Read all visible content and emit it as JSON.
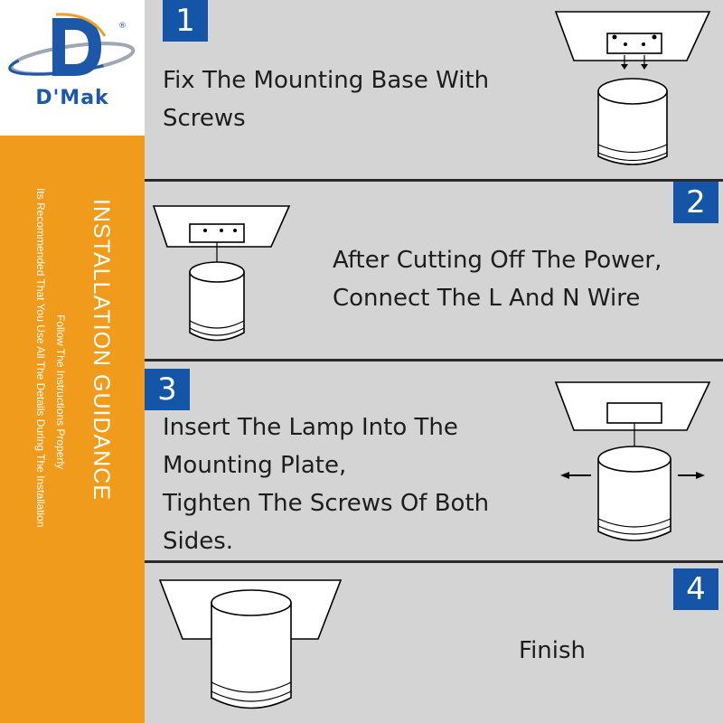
{
  "brand": {
    "name": "D'Mak",
    "registered": "®",
    "colors": {
      "primary": "#1c57a8",
      "orange": "#f09b1b",
      "badge": "#1555a8",
      "panel": "#d4d4d4"
    }
  },
  "sidebar": {
    "title": "INSTALLATION GUIDANCE",
    "subtitle_line1": "Follow The Instructions Properly",
    "subtitle_line2": "Its Recommended That You Use All The Details During The Installation"
  },
  "steps": [
    {
      "number": "1",
      "lines": [
        "Fix The Mounting Base With",
        "Screws"
      ],
      "illustration": "mounting-base-icon"
    },
    {
      "number": "2",
      "lines": [
        "After Cutting Off The Power,",
        "Connect The L And N Wire"
      ],
      "illustration": "wiring-icon"
    },
    {
      "number": "3",
      "lines": [
        "Insert The Lamp Into The",
        "Mounting Plate,",
        "Tighten The Screws Of Both",
        "Sides."
      ],
      "illustration": "insert-lamp-icon"
    },
    {
      "number": "4",
      "lines": [
        "Finish"
      ],
      "illustration": "finished-lamp-icon"
    }
  ]
}
